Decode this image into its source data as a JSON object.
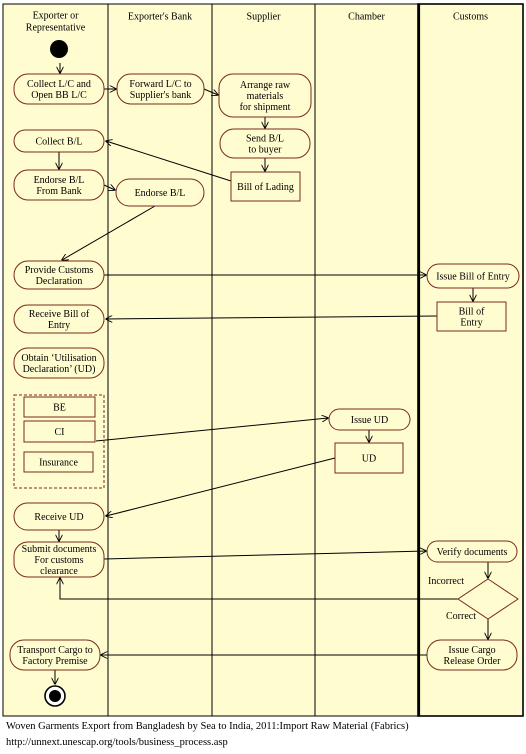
{
  "lanes": [
    {
      "id": "exporter",
      "lines": [
        "Exporter or",
        "Representative"
      ]
    },
    {
      "id": "bank",
      "lines": [
        "Exporter's Bank"
      ]
    },
    {
      "id": "supplier",
      "lines": [
        "Supplier"
      ]
    },
    {
      "id": "chamber",
      "lines": [
        "Chamber"
      ]
    },
    {
      "id": "customs",
      "lines": [
        "Customs"
      ]
    }
  ],
  "nodes": [
    {
      "id": "collect-lc",
      "kind": "activity",
      "lines": [
        "Collect L/C and",
        "Open BB L/C"
      ]
    },
    {
      "id": "forward-lc",
      "kind": "activity",
      "lines": [
        "Forward L/C to",
        "Supplier's bank"
      ]
    },
    {
      "id": "arrange-raw",
      "kind": "activity",
      "lines": [
        "Arrange raw",
        "materials",
        "for shipment"
      ]
    },
    {
      "id": "send-bl",
      "kind": "activity",
      "lines": [
        "Send B/L",
        "to buyer"
      ]
    },
    {
      "id": "bill-of-lading",
      "kind": "document",
      "lines": [
        "Bill of Lading"
      ]
    },
    {
      "id": "collect-bl",
      "kind": "activity",
      "lines": [
        "Collect B/L"
      ]
    },
    {
      "id": "endorse-bl-bank",
      "kind": "activity",
      "lines": [
        "Endorse B/L",
        "From Bank"
      ]
    },
    {
      "id": "endorse-bl",
      "kind": "activity",
      "lines": [
        "Endorse B/L"
      ]
    },
    {
      "id": "provide-customs",
      "kind": "activity",
      "lines": [
        "Provide Customs",
        "Declaration"
      ]
    },
    {
      "id": "issue-boe",
      "kind": "activity",
      "lines": [
        "Issue Bill of Entry"
      ]
    },
    {
      "id": "boe-doc",
      "kind": "document",
      "lines": [
        "Bill of",
        "Entry"
      ]
    },
    {
      "id": "receive-boe",
      "kind": "activity",
      "lines": [
        "Receive Bill of",
        "Entry"
      ]
    },
    {
      "id": "obtain-ud",
      "kind": "activity",
      "lines": [
        "Obtain ‘Utilisation",
        "Declaration’ (UD)"
      ]
    },
    {
      "id": "be-doc",
      "kind": "document",
      "lines": [
        "BE"
      ]
    },
    {
      "id": "ci-doc",
      "kind": "document",
      "lines": [
        "CI"
      ]
    },
    {
      "id": "insurance-doc",
      "kind": "document",
      "lines": [
        "Insurance"
      ]
    },
    {
      "id": "issue-ud",
      "kind": "activity",
      "lines": [
        "Issue UD"
      ]
    },
    {
      "id": "ud-doc",
      "kind": "document",
      "lines": [
        "UD"
      ]
    },
    {
      "id": "receive-ud",
      "kind": "activity",
      "lines": [
        "Receive UD"
      ]
    },
    {
      "id": "submit-docs",
      "kind": "activity",
      "lines": [
        "Submit documents",
        "For customs",
        "clearance"
      ]
    },
    {
      "id": "verify-docs",
      "kind": "activity",
      "lines": [
        "Verify documents"
      ]
    },
    {
      "id": "decision",
      "kind": "decision",
      "lines": []
    },
    {
      "id": "issue-cargo",
      "kind": "activity",
      "lines": [
        "Issue Cargo",
        "Release Order"
      ]
    },
    {
      "id": "transport-cargo",
      "kind": "activity",
      "lines": [
        "Transport Cargo to",
        "Factory Premise"
      ]
    }
  ],
  "guards": {
    "incorrect": "Incorrect",
    "correct": "Correct"
  },
  "caption": {
    "line1": "Woven Garments Export from Bangladesh by Sea to India, 2011:Import Raw Material (Fabrics)",
    "line2": "http://unnext.unescap.org/tools/business_process.asp"
  },
  "colors": {
    "lane_fill": "#fffdd0",
    "node_stroke": "#7a2a1a",
    "node_fill": "#fffdd0",
    "arrow": "#000000"
  }
}
